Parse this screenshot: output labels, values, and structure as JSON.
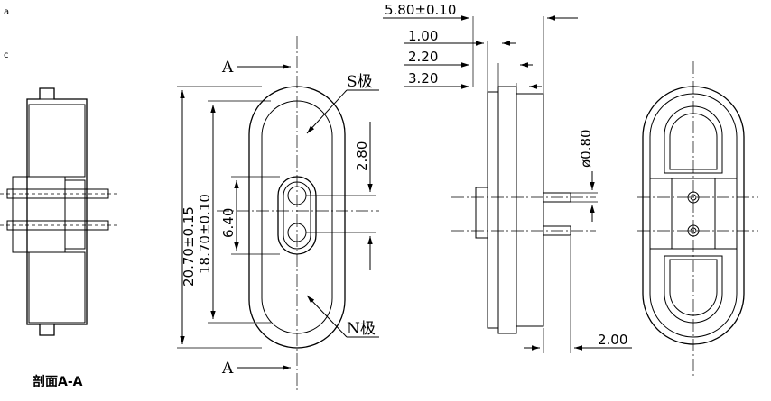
{
  "section_view": {
    "caption": "剖面A-A"
  },
  "front_view": {
    "section_mark": "A",
    "pole_s": "S极",
    "pole_n": "N极",
    "dim_overall_height": "20.70±0.15",
    "dim_inner_height": "18.70±0.10",
    "dim_pin_span": "6.40",
    "dim_pin_offset": "2.80"
  },
  "side_view": {
    "dim_total_thickness": "5.80±0.10",
    "dim_plate": "1.00",
    "dim_step": "2.20",
    "dim_body": "3.20",
    "dim_pin_diameter": "ø0.80",
    "dim_pin_length": "2.00"
  }
}
